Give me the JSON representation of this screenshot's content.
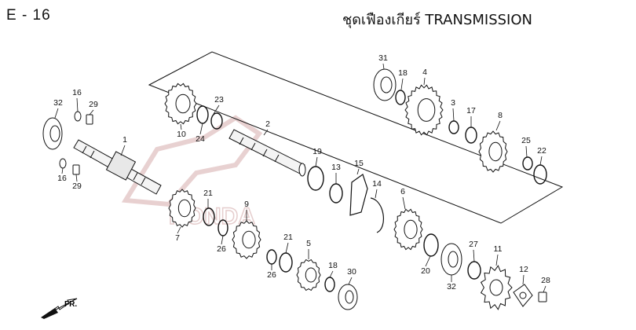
{
  "header": {
    "page_code": "E - 16",
    "title": "ชุดเฟืองเกียร์  TRANSMISSION"
  },
  "watermark": "HONDA",
  "direction_marker": "FR.",
  "colors": {
    "line": "#111111",
    "watermark": "#e8d4d4",
    "shaft": "#f6f6f6"
  },
  "part_labels": [
    "31",
    "18",
    "4",
    "3",
    "17",
    "8",
    "25",
    "22",
    "16",
    "29",
    "32",
    "23",
    "2",
    "10",
    "24",
    "1",
    "19",
    "13",
    "15",
    "14",
    "21",
    "9",
    "6",
    "7",
    "16",
    "29",
    "26",
    "21",
    "5",
    "20",
    "27",
    "11",
    "32",
    "26",
    "18",
    "30",
    "12",
    "28"
  ]
}
